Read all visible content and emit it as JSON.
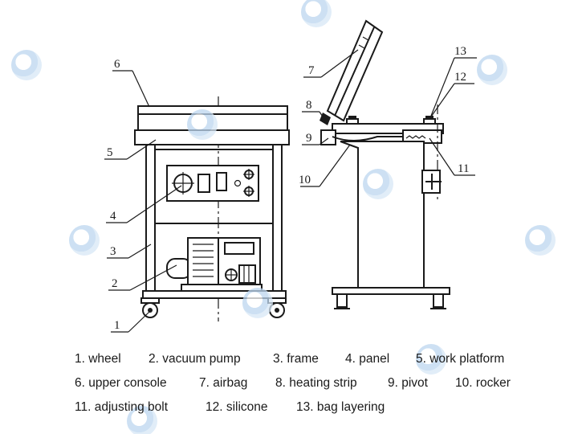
{
  "callouts": [
    "1",
    "2",
    "3",
    "4",
    "5",
    "6",
    "7",
    "8",
    "9",
    "10",
    "11",
    "12",
    "13"
  ],
  "legend": {
    "rows": [
      [
        "1. wheel",
        "2. vacuum pump",
        "3. frame",
        "4. panel",
        "5. work platform"
      ],
      [
        "6. upper console",
        "7. airbag",
        "8. heating strip",
        "9. pivot",
        "10. rocker"
      ],
      [
        "11. adjusting bolt",
        "12. silicone",
        "13. bag layering"
      ]
    ]
  },
  "colors": {
    "line": "#1a1a1a",
    "watermark": "#bcd6ef",
    "background": "#ffffff"
  },
  "watermark_icon": "brand-logo-watermark-icon"
}
